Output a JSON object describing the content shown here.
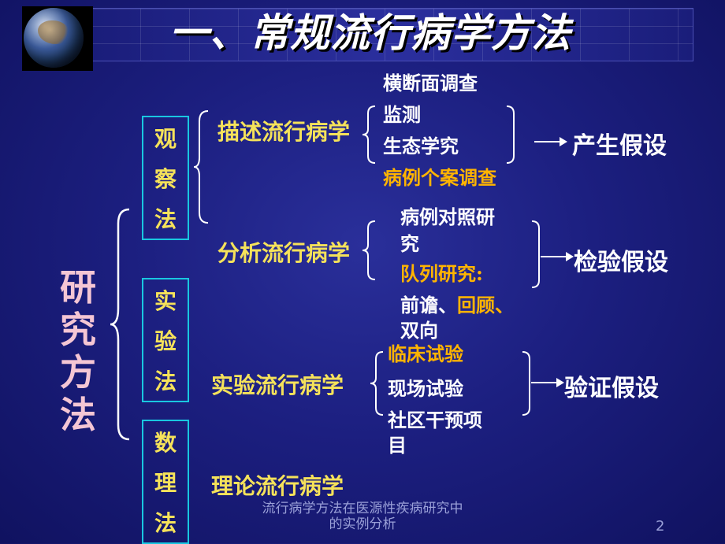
{
  "title": "一、常规流行病学方法",
  "main_label": [
    "研",
    "究",
    "方",
    "法"
  ],
  "categories": {
    "observation": [
      "观",
      "察",
      "法"
    ],
    "experiment": [
      "实",
      "验",
      "法"
    ],
    "math": [
      "数",
      "理",
      "法"
    ]
  },
  "branches": {
    "descriptive": "描述流行病学",
    "analytic": "分析流行病学",
    "experimental": "实验流行病学",
    "theoretical": "理论流行病学"
  },
  "descriptive_items": [
    "横断面调查",
    "监测",
    "生态学究",
    "病例个案调查"
  ],
  "analytic_items": {
    "case_control_line1": "病例对照研",
    "case_control_line2": "究",
    "cohort": "队列研究:",
    "prospective": "前谵、",
    "retrospective": "回顾、",
    "bidirectional": "双向"
  },
  "experimental_items": [
    "临床试验",
    "现场试验",
    "社区干预项",
    "目"
  ],
  "results": {
    "hypothesis_generate": "产生假设",
    "hypothesis_test": "检验假设",
    "hypothesis_verify": "验证假设"
  },
  "footer": {
    "line1": "流行病学方法在医源性疾病研究中",
    "line2": "的实例分析"
  },
  "page_number": "2",
  "colors": {
    "background": "#1c1f80",
    "white_text": "#ffffff",
    "yellow_text": "#f5e25a",
    "orange_text": "#ffb400",
    "box_border": "#19c7e0",
    "main_label": "#f4c6d4"
  }
}
